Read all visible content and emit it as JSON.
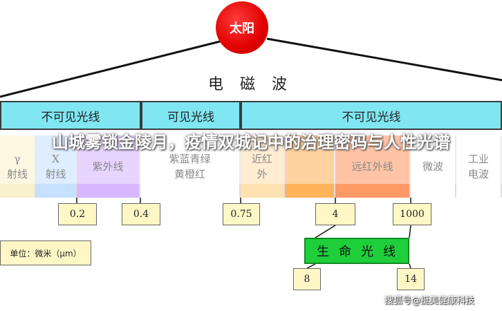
{
  "sun": "太阳",
  "em_label": "电磁波",
  "headers": [
    "不可见光线",
    "可见光线",
    "不可见光线"
  ],
  "bands": [
    {
      "label": "γ\n射线",
      "color": "#f8f1cc"
    },
    {
      "label": "X\n射线",
      "color": "#c6e1ff"
    },
    {
      "label": "紫外线",
      "color": "#d7b7ff"
    },
    {
      "label": "紫蓝青绿\n黄橙红",
      "color": "#ffffff"
    },
    {
      "label": "近红\n外",
      "color": "#ffe1b2"
    },
    {
      "label": "",
      "color": "#ffb35a"
    },
    {
      "label": "远红外线",
      "color": "#ff9966"
    },
    {
      "label": "微波",
      "color": "#ffffff"
    },
    {
      "label": "工业\n电波",
      "color": "#ffffff"
    }
  ],
  "wavelengths": [
    "0.2",
    "0.4",
    "0.75",
    "4",
    "1000"
  ],
  "unit": "单位：微米（μm）",
  "life_ray": "生命光线",
  "life_range": [
    "8",
    "14"
  ],
  "overlay_title": "山城雾锁金陵月，疫情双城记中的治理密码与人性光谱",
  "watermark": "搜狐号@挺美健康科技"
}
